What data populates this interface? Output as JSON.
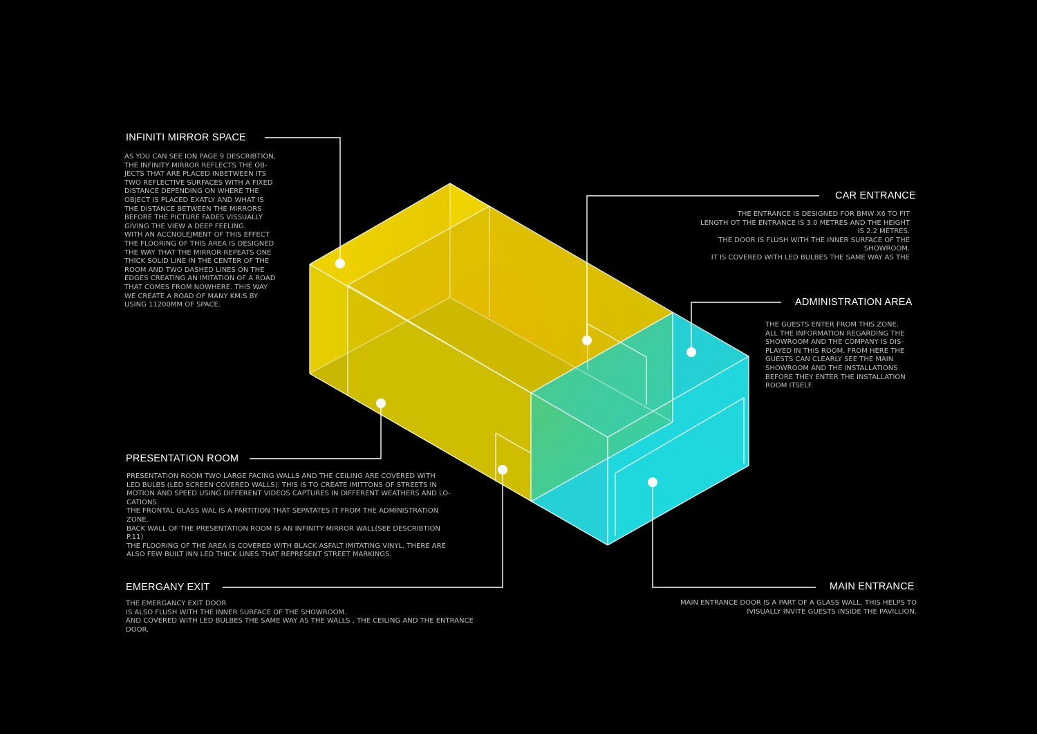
{
  "colors": {
    "background": "#000000",
    "yellow_zone": "#f2d600",
    "cyan_zone": "#20d4dc",
    "green_overlap": "#4fc67a",
    "lines": "#ffffff",
    "text": "#bdbdbd"
  },
  "labels": {
    "infinity_mirror": {
      "title": "INFINITI MIRROR SPACE",
      "lines": [
        "AS YOU CAN SEE ION PAGE 9 DESCRIBTION,",
        "THE INFINITY MIRROR REFLECTS THE OB-",
        "JECTS THAT ARE PLACED INBETWEEN ITS",
        "TWO REFLECTIVE SURFACES WITH A FIXED",
        "DISTANCE DEPENDING ON WHERE THE",
        "OBJECT IS PLACED EXATLY AND WHAT IS",
        "THE DISTANCE BETWEEN THE MIRRORS",
        "BEFORE THE PICTURE FADES VISSUALLY",
        "GIVING THE VIEW A DEEP FEELING.",
        "WITH AN ACCNOLEJMENT OF THIS EFFECT",
        "THE FLOORING OF THIS AREA IS DESIGNED",
        "THE WAY THAT THE MIRROR REPEATS ONE",
        "THICK SOLID LINE IN  THE CENTER OF THE",
        "ROOM AND TWO DASHED LINES ON THE",
        "EDGES CREATING AN IMITATION OF A ROAD",
        "THAT COMES FROM NOWHERE. THIS WAY",
        "WE CREATE A ROAD OF MANY KM.S BY",
        "USING 11200MM OF SPACE."
      ]
    },
    "car_entrance": {
      "title": "CAR ENTRANCE",
      "lines": [
        "THE ENTRANCE IS DESIGNED FOR BMW X6 TO FIT",
        "LENGTH OT THE ENTRANCE IS 3.0 METRES AND THE HEIGHT",
        "IS 2.2 METRES.",
        "THE  DOOR  IS  FLUSH  WITH  THE  INNER  SURFACE  OF  THE",
        "SHOWROOM.",
        "IT  IS  COVERED  WITH  LED  BULBES  THE  SAME  WAY  AS  THE"
      ]
    },
    "administration": {
      "title": "ADMINISTRATION AREA",
      "lines": [
        "THE  GUESTS  ENTER  FROM  THIS  ZONE.",
        "ALL THE INFORMATION REGARDING THE",
        "SHOWROOM AND THE COMPANY IS DIS-",
        "PLAYED IN THIS ROOM. FROM HERE THE",
        "GUESTS  CAN  CLEARLY  SEE  THE  MAIN",
        "SHOWROOM  AND  THE  INSTALLATIONS",
        "BEFORE  THEY  ENTER  THE  INSTALLATION",
        "ROOM ITSELF."
      ]
    },
    "presentation": {
      "title": "PRESENTATION ROOM",
      "lines": [
        "PRESENTATION ROOM TWO LARGE FACING WALLS AND THE CEILING ARE COVERED WITH",
        "LED BULBS (LED SCREEN COVERED WALLS). THIS IS TO CREATE IMITTONS OF STREETS IN",
        "MOTION AND SPEED USING DIFFERENT VIDEOS CAPTURES IN DIFFERENT WEATHERS AND LO-",
        "CATIONS.",
        "THE FRONTAL GLASS WAL IS A PARTITION THAT SEPATATES IT FROM THE ADMINISTRATION",
        "ZONE.",
        "BACK WALL OF THE PRESENTATION ROOM IS AN INFINITY MIRROR WALL(SEE DESCRIBTION",
        "P.11)",
        "THE FLOORING OF THE AREA IS COVERED WITH BLACK ASFALT IMITATING VINYL. THERE ARE",
        "ALSO FEW BUILT INN LED THICK LINES THAT REPRESENT STREET MARKINGS."
      ]
    },
    "emergency_exit": {
      "title": "EMERGANY EXIT",
      "lines": [
        "THE EMERGANCY EXIT DOOR",
        "IS ALSO FLUSH WITH THE INNER SURFACE OF THE SHOWROOM.",
        "AND COVERED WITH LED BULBES THE SAME WAY AS THE WALLS , THE CEILING AND THE ENTRANCE",
        "DOOR."
      ]
    },
    "main_entrance": {
      "title": "MAIN ENTRANCE",
      "lines": [
        "MAIN ENTRANCE DOOR IS A PART OF A GLASS WALL. THIS HELPS TO",
        "IVISUALLY INVITE GUESTS INSIDE THE PAVILLION."
      ]
    }
  }
}
